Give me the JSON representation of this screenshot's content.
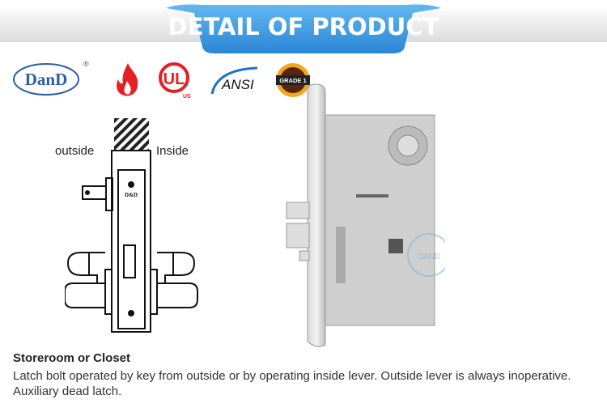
{
  "banner": {
    "title": "DETAIL OF PRODUCT",
    "color": "#3a9be0"
  },
  "logos": {
    "brand": "DanD",
    "brand_mark": "®",
    "ul": "UL",
    "ul_sub": "US",
    "ansi": "ANSI",
    "grade": "GRADE 1"
  },
  "diagram": {
    "outside_label": "outside",
    "inside_label": "Inside",
    "plate_brand": "D&D"
  },
  "photo": {
    "watermark": "DAND"
  },
  "description": {
    "title": "Storeroom or Closet",
    "text": "Latch bolt operated by key from outside or by operating inside lever. Outside lever is always inoperative. Auxiliary dead latch."
  }
}
